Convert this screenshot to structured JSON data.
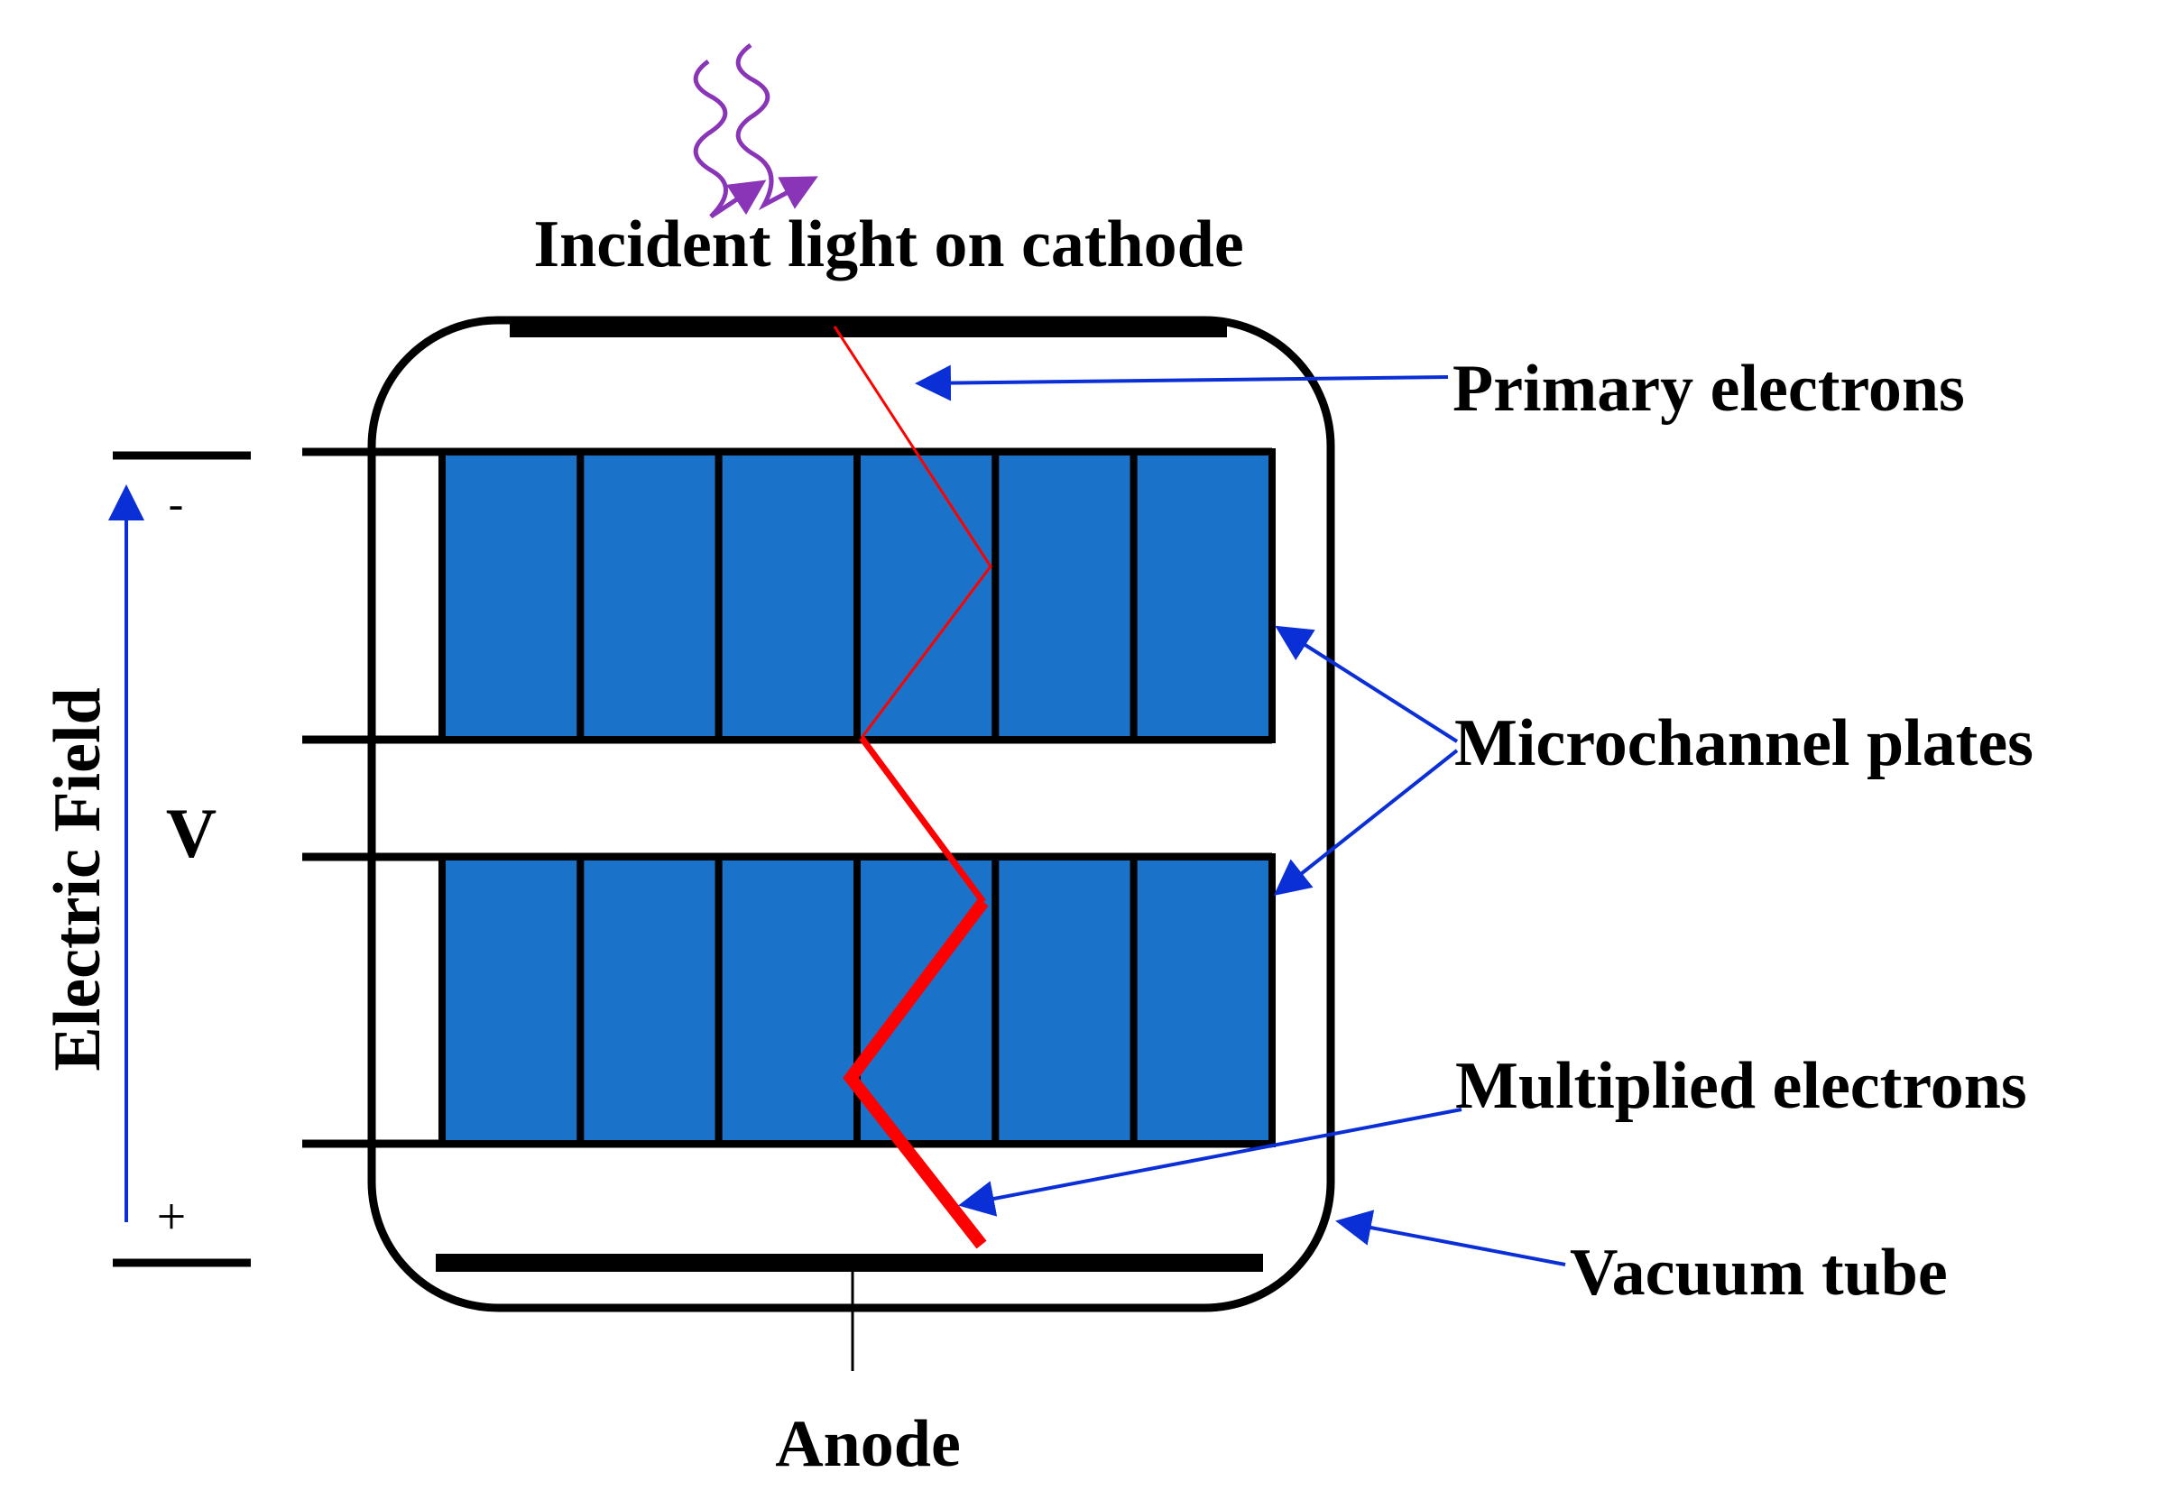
{
  "labels": {
    "incident_light": "Incident light on cathode",
    "primary_electrons": "Primary electrons",
    "microchannel_plates": "Microchannel plates",
    "multiplied_electrons": "Multiplied electrons",
    "vacuum_tube": "Vacuum tube",
    "anode": "Anode",
    "electric_field": "Electric Field",
    "voltage": "V",
    "minus": "-",
    "plus": "+"
  },
  "colors": {
    "plate_fill": "#1a73c8",
    "electron_path": "#ff0000",
    "pointer_arrow": "#0a2fd6",
    "photon": "#8a35b8",
    "outline": "#000000"
  },
  "icons": {
    "incident_light": "wavy-photon-arrows"
  },
  "microchannel_plates": {
    "count": 2,
    "channels_per_plate": 6
  }
}
